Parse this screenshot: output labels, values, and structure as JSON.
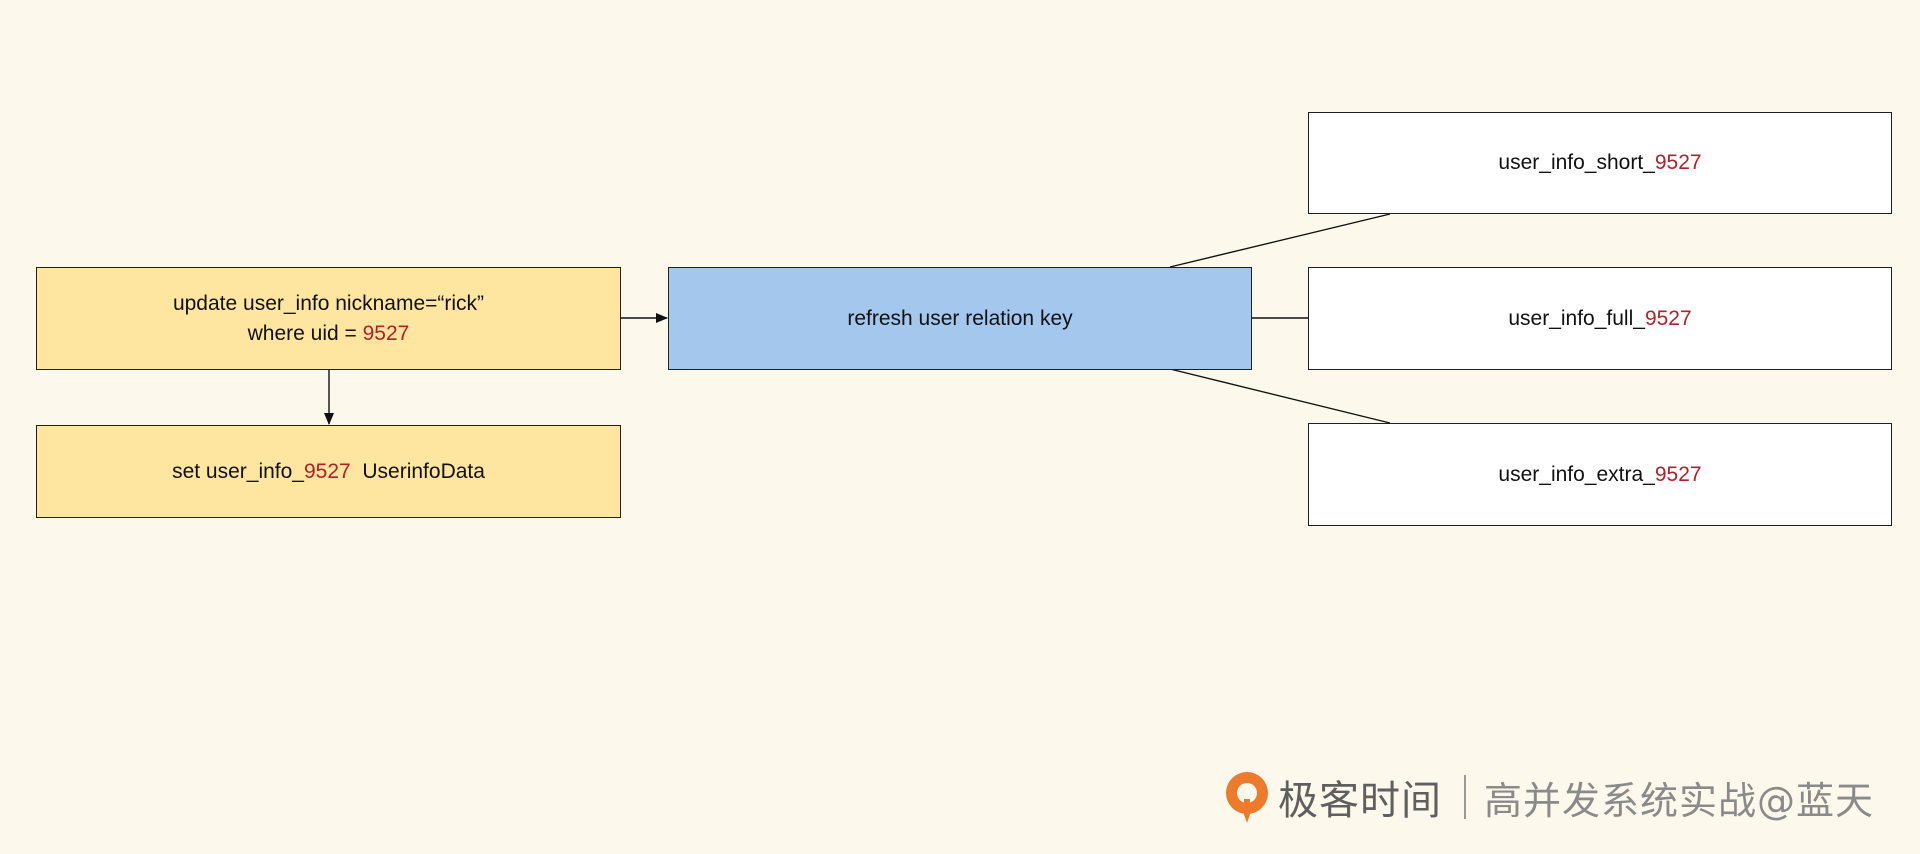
{
  "diagram": {
    "update_box": {
      "line1": "update user_info nickname=“rick”",
      "line2_prefix": "where uid = ",
      "line2_uid": "9527"
    },
    "set_box": {
      "prefix": "set user_info_",
      "uid": "9527",
      "suffix": "  UserinfoData"
    },
    "refresh_box": {
      "label": "refresh user relation key"
    },
    "keys": [
      {
        "prefix": "user_info_short_",
        "uid": "9527"
      },
      {
        "prefix": "user_info_full_",
        "uid": "9527"
      },
      {
        "prefix": "user_info_extra_",
        "uid": "9527"
      }
    ],
    "colors": {
      "yellow_box": "#ffe6a0",
      "blue_box": "#a4c7ee",
      "uid_highlight": "#b3202a",
      "background": "#fdf8ec"
    }
  },
  "watermark": {
    "brand_name": "极客时间",
    "course": "高并发系统实战@蓝天",
    "logo_icon": "geektime-logo-icon"
  }
}
